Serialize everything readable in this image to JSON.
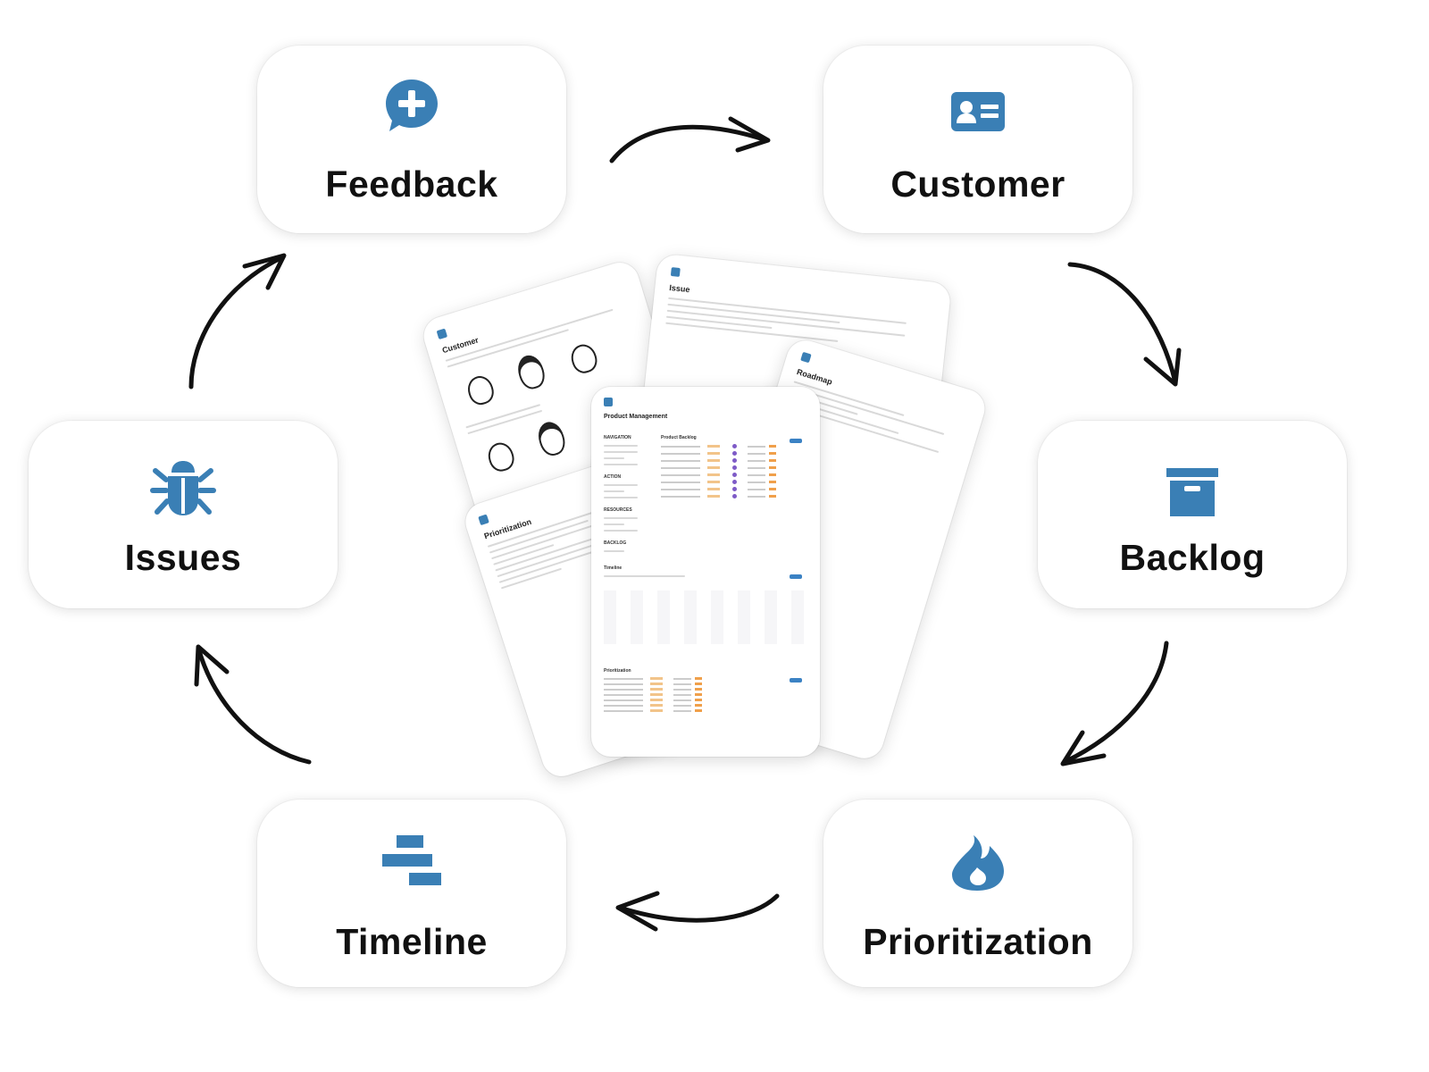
{
  "nodes": {
    "feedback": {
      "label": "Feedback",
      "icon": "chat-plus-icon"
    },
    "customer": {
      "label": "Customer",
      "icon": "id-card-icon"
    },
    "backlog": {
      "label": "Backlog",
      "icon": "archive-box-icon"
    },
    "prioritization": {
      "label": "Prioritization",
      "icon": "flame-icon"
    },
    "timeline": {
      "label": "Timeline",
      "icon": "timeline-bars-icon"
    },
    "issues": {
      "label": "Issues",
      "icon": "bug-icon"
    }
  },
  "colors": {
    "icon": "#3a7fb5",
    "arrow": "#111111",
    "label": "#111111"
  },
  "flow": [
    "feedback",
    "customer",
    "backlog",
    "prioritization",
    "timeline",
    "issues",
    "feedback"
  ],
  "collage": {
    "main": {
      "title": "Product Management",
      "heading": "Product Backlog",
      "nav_section": "NAVIGATION",
      "action_section": "ACTION",
      "resources_section": "RESOURCES",
      "backlog_section": "BACKLOG",
      "timeline_label": "Timeline",
      "prioritization_label": "Prioritization"
    },
    "customer_sheet": {
      "title": "Customer"
    },
    "issue_sheet": {
      "title": "Issue"
    },
    "roadmap_sheet": {
      "title": "Roadmap"
    },
    "prioritization_sheet": {
      "title": "Prioritization"
    }
  }
}
